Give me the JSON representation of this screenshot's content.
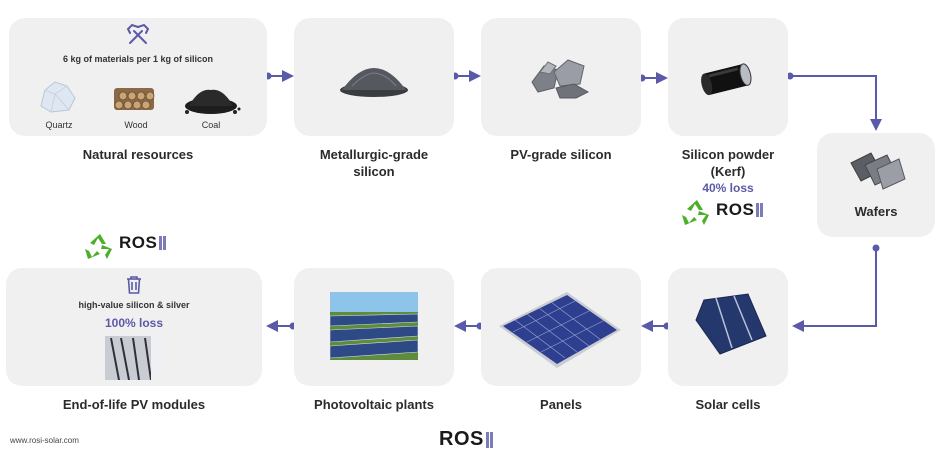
{
  "nodes": {
    "natural_resources": {
      "label": "Natural resources",
      "note": "6 kg of materials per 1 kg of silicon",
      "items": [
        "Quartz",
        "Wood",
        "Coal"
      ]
    },
    "metallurgic": {
      "label_line1": "Metallurgic-grade",
      "label_line2": "silicon"
    },
    "pv_grade": {
      "label": "PV-grade silicon"
    },
    "kerf": {
      "label_line1": "Silicon powder",
      "label_line2": "(Kerf)",
      "loss": "40% loss"
    },
    "wafers": {
      "label": "Wafers"
    },
    "solar_cells": {
      "label": "Solar cells"
    },
    "panels": {
      "label": "Panels"
    },
    "pv_plants": {
      "label": "Photovoltaic plants"
    },
    "end_of_life": {
      "label": "End-of-life PV modules",
      "note": "high-value silicon & silver",
      "loss": "100% loss"
    }
  },
  "logos": {
    "text": "ROS"
  },
  "footer": {
    "url": "www.rosi-solar.com"
  },
  "colors": {
    "arrow": "#5b5aa8",
    "box": "#f0f0f0",
    "loss_text": "#5b5aa8",
    "recycle": "#4caf2a"
  },
  "icons": [
    "tools-icon",
    "trash-icon",
    "recycle-icon"
  ]
}
